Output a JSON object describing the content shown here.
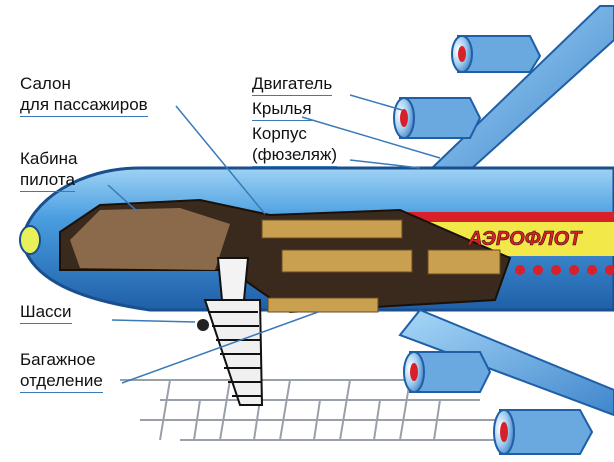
{
  "labels": {
    "passenger_cabin_line1": "Салон",
    "passenger_cabin_line2": "для пассажиров",
    "cockpit_line1": "Кабина",
    "cockpit_line2": "пилота",
    "engine": "Двигатель",
    "wings": "Крылья",
    "body_line1": "Корпус",
    "body_line2": "(фюзеляж)",
    "landing_gear": "Шасси",
    "cargo_line1": "Багажное",
    "cargo_line2": "отделение"
  },
  "airline_text": "АЭРОФЛОТ",
  "colors": {
    "fuselage": "#3f8fd6",
    "fuselage_light": "#7fc0f0",
    "interior": "#8a6a4a",
    "seats": "#c8a050",
    "stripe_red": "#d8202a",
    "stripe_yellow": "#f2e84a",
    "leader_line": "#3a7ab8",
    "tarmac_line": "#9aa0aa"
  }
}
